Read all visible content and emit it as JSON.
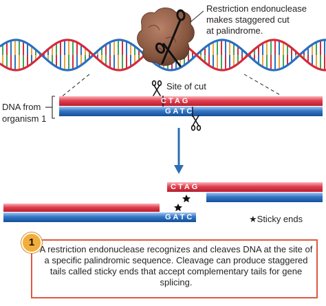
{
  "labels": {
    "enzyme_caption": "Restriction endonuclease\nmakes staggered cut\nat palindrome.",
    "site_of_cut": "Site of cut",
    "dna_from": "DNA from\norganism 1",
    "sticky_ends": "Sticky ends",
    "star_glyph": "★"
  },
  "sequences": {
    "top_strand": "CTAG",
    "bottom_strand": "GATC",
    "fragment_top": "CTAG",
    "fragment_bottom": "GATC"
  },
  "callout": {
    "number": "1",
    "text": "A restriction endonuclease recognizes and cleaves DNA at the site of a specific palindromic sequence. Cleavage can produce staggered tails called sticky ends that accept complementary tails for gene splicing."
  },
  "colors": {
    "red_strand": "#d7283c",
    "blue_strand": "#1f64b4",
    "enzyme": "#8b5a44",
    "arrow": "#2e6db3",
    "callout_border": "#e0573f",
    "badge": "#f3ad3a"
  },
  "icons": [
    "scissors-icon",
    "star-icon",
    "arrow-down-icon"
  ]
}
